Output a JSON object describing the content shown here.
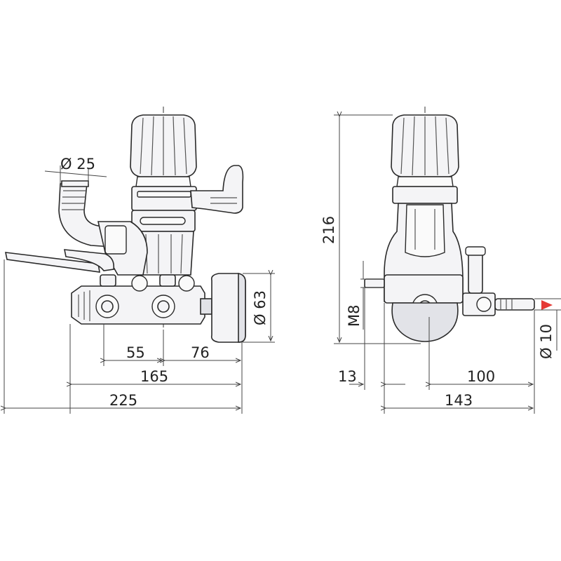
{
  "dimensions": {
    "front": {
      "inlet_diameter": "Ø 25",
      "outlet_diameter": "Ø 63",
      "dim_55": "55",
      "dim_76": "76",
      "dim_165": "165",
      "dim_225": "225"
    },
    "side": {
      "height": "216",
      "thread": "M8",
      "outlet_diameter": "Ø 10",
      "dim_13": "13",
      "dim_100": "100",
      "dim_143": "143"
    }
  },
  "colors": {
    "outline": "#2a2a2a",
    "fill": "#f4f4f6",
    "shade": "#e2e3e8",
    "flow_arrow": "#e53935"
  }
}
